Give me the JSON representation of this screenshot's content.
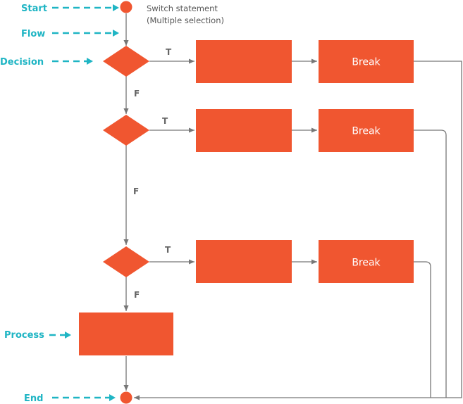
{
  "colors": {
    "shape": "#f05630",
    "legend": "#1fb5c4",
    "connector": "#777777",
    "text": "#555555"
  },
  "legend": {
    "start": "Start",
    "flow": "Flow",
    "decision": "Decision",
    "process": "Process",
    "end": "End"
  },
  "note": {
    "line1": "Switch statement",
    "line2": "(Multiple selection)"
  },
  "branch": {
    "true_label": "T",
    "false_label": "F"
  },
  "cases": [
    {
      "break_label": "Break"
    },
    {
      "break_label": "Break"
    },
    {
      "break_label": "Break"
    }
  ]
}
